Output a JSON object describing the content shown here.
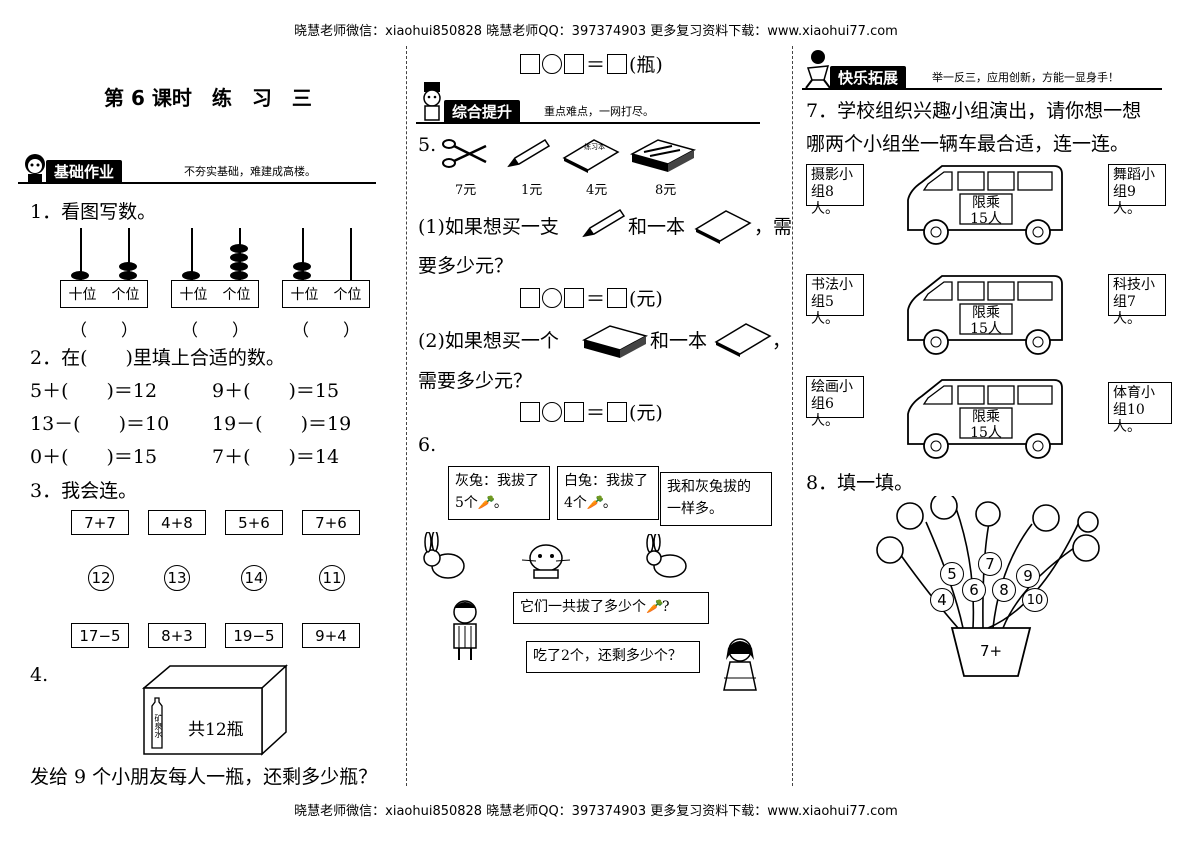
{
  "header_text": "晓慧老师微信：xiaohui850828 晓慧老师QQ：397374903 更多复习资料下载：www.xiaohui77.com",
  "footer_text": "晓慧老师微信：xiaohui850828 晓慧老师QQ：397374903 更多复习资料下载：www.xiaohui77.com",
  "title": "第 6 课时　练　习　三",
  "left": {
    "banner_tag": "基础作业",
    "banner_sub": "不夯实基础，难建成高楼。",
    "q1": "1．看图写数。",
    "abacus_labels": {
      "tens": "十位",
      "ones": "个位"
    },
    "abacus_values": [
      {
        "tens": 1,
        "ones": 2
      },
      {
        "tens": 1,
        "ones": 4
      },
      {
        "tens": 2,
        "ones": 0
      }
    ],
    "paren": "（　　）",
    "q2": "2．在(　　)里填上合适的数。",
    "q2_items": [
      [
        "5＋(　　)＝12",
        "9＋(　　)＝15"
      ],
      [
        "13－(　　)＝10",
        "19－(　　)＝19"
      ],
      [
        "0＋(　　)＝15",
        "7＋(　　)＝14"
      ]
    ],
    "q3": "3．我会连。",
    "q3_top": [
      "7+7",
      "4+8",
      "5+6",
      "7+6"
    ],
    "q3_mid": [
      "12",
      "13",
      "14",
      "11"
    ],
    "q3_bottom": [
      "17−5",
      "8+3",
      "19−5",
      "9+4"
    ],
    "q4": "4.",
    "q4_box_text": "共12瓶",
    "q4_bottle_text": "矿泉水",
    "q4_question": "发给 9 个小朋友每人一瓶，还剩多少瓶？"
  },
  "middle": {
    "top_unit": "(瓶)",
    "banner_tag": "综合提升",
    "banner_sub": "重点难点，一网打尽。",
    "q5": "5.",
    "prices": [
      "7元",
      "1元",
      "4元",
      "8元"
    ],
    "notebook_text": "练习本",
    "q5_1a": "(1)如果想买一支",
    "q5_1b": "和一本",
    "q5_1c": "，需",
    "q5_1d": "要多少元？",
    "unit_yuan": "(元)",
    "q5_2a": "(2)如果想买一个",
    "q5_2b": "和一本",
    "q5_2c": "，",
    "q5_2d": "需要多少元？",
    "q6": "6.",
    "bubble1a": "灰兔：我拔了",
    "bubble1b": "5个",
    "bubble1c": "。",
    "bubble2a": "白兔：我拔了",
    "bubble2b": "4个",
    "bubble2c": "。",
    "bubble3a": "我和灰兔拔的",
    "bubble3b": "一样多。",
    "bubble4": "它们一共拔了多少个",
    "bubble4_end": "?",
    "bubble5": "吃了2个，还剩多少个？"
  },
  "right": {
    "banner_tag": "快乐拓展",
    "banner_sub": "举一反三，应用创新，方能一显身手！",
    "q7a": "7．学校组织兴趣小组演出，请你想一想",
    "q7b": "哪两个小组坐一辆车最合适，连一连。",
    "groups_left": [
      [
        "摄影小",
        "组8人。"
      ],
      [
        "书法小",
        "组5人。"
      ],
      [
        "绘画小",
        "组6人。"
      ]
    ],
    "groups_right": [
      [
        "舞蹈小",
        "组9人。"
      ],
      [
        "科技小",
        "组7人。"
      ],
      [
        "体育小",
        "组10人。"
      ]
    ],
    "bus_sign": [
      "限乘",
      "15人"
    ],
    "q8": "8．填一填。",
    "flower_numbers": [
      "5",
      "7",
      "9",
      "4",
      "6",
      "8",
      "10"
    ],
    "pot_label": "7+"
  }
}
